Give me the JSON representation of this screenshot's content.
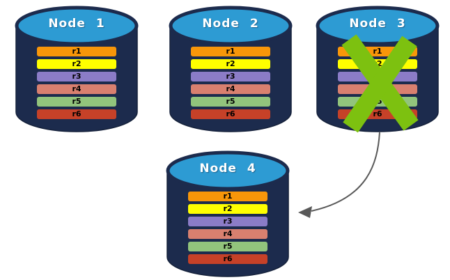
{
  "nodes": [
    {
      "label": "Node 1",
      "rows": [
        "r1",
        "r2",
        "r3",
        "r4",
        "r5",
        "r6"
      ],
      "failed": false
    },
    {
      "label": "Node 2",
      "rows": [
        "r1",
        "r2",
        "r3",
        "r4",
        "r5",
        "r6"
      ],
      "failed": false
    },
    {
      "label": "Node 3",
      "rows": [
        "r1",
        "r2",
        "r3",
        "r4",
        "r5",
        "r6"
      ],
      "failed": true
    },
    {
      "label": "Node 4",
      "rows": [
        "r1",
        "r2",
        "r3",
        "r4",
        "r5",
        "r6"
      ],
      "failed": false
    }
  ],
  "icons": {
    "failure": "x-mark-icon",
    "transfer": "curved-arrow-icon"
  },
  "colors": {
    "cylinder_body": "#1C2B4D",
    "cylinder_outline": "#15213A",
    "cylinder_top": "#2D9BD3",
    "rows": [
      "#F89609",
      "#FFFF00",
      "#8B7CC7",
      "#D9806F",
      "#92C47C",
      "#C64128"
    ],
    "failure_x": "#7DC110",
    "arrow": "#595959"
  }
}
